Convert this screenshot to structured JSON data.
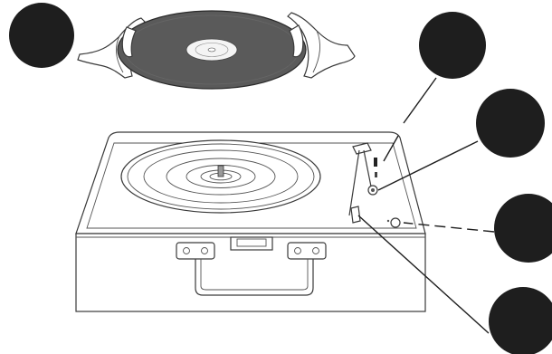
{
  "figure": {
    "kind": "record-player-parts-diagram",
    "callouts": [
      {
        "id": 1,
        "label": "",
        "target": "record-in-hands"
      },
      {
        "id": 2,
        "label": "",
        "target": "tonearm-rest"
      },
      {
        "id": 3,
        "label": "",
        "target": "tonearm-pivot"
      },
      {
        "id": 4,
        "label": "",
        "target": "power-knob"
      },
      {
        "id": 5,
        "label": "",
        "target": "tonearm-lever"
      }
    ],
    "colors": {
      "callout_fill": "#1e1e1e",
      "record_fill": "#5a5a5a",
      "outline": "#3a3a3a",
      "background": "#ffffff"
    }
  }
}
